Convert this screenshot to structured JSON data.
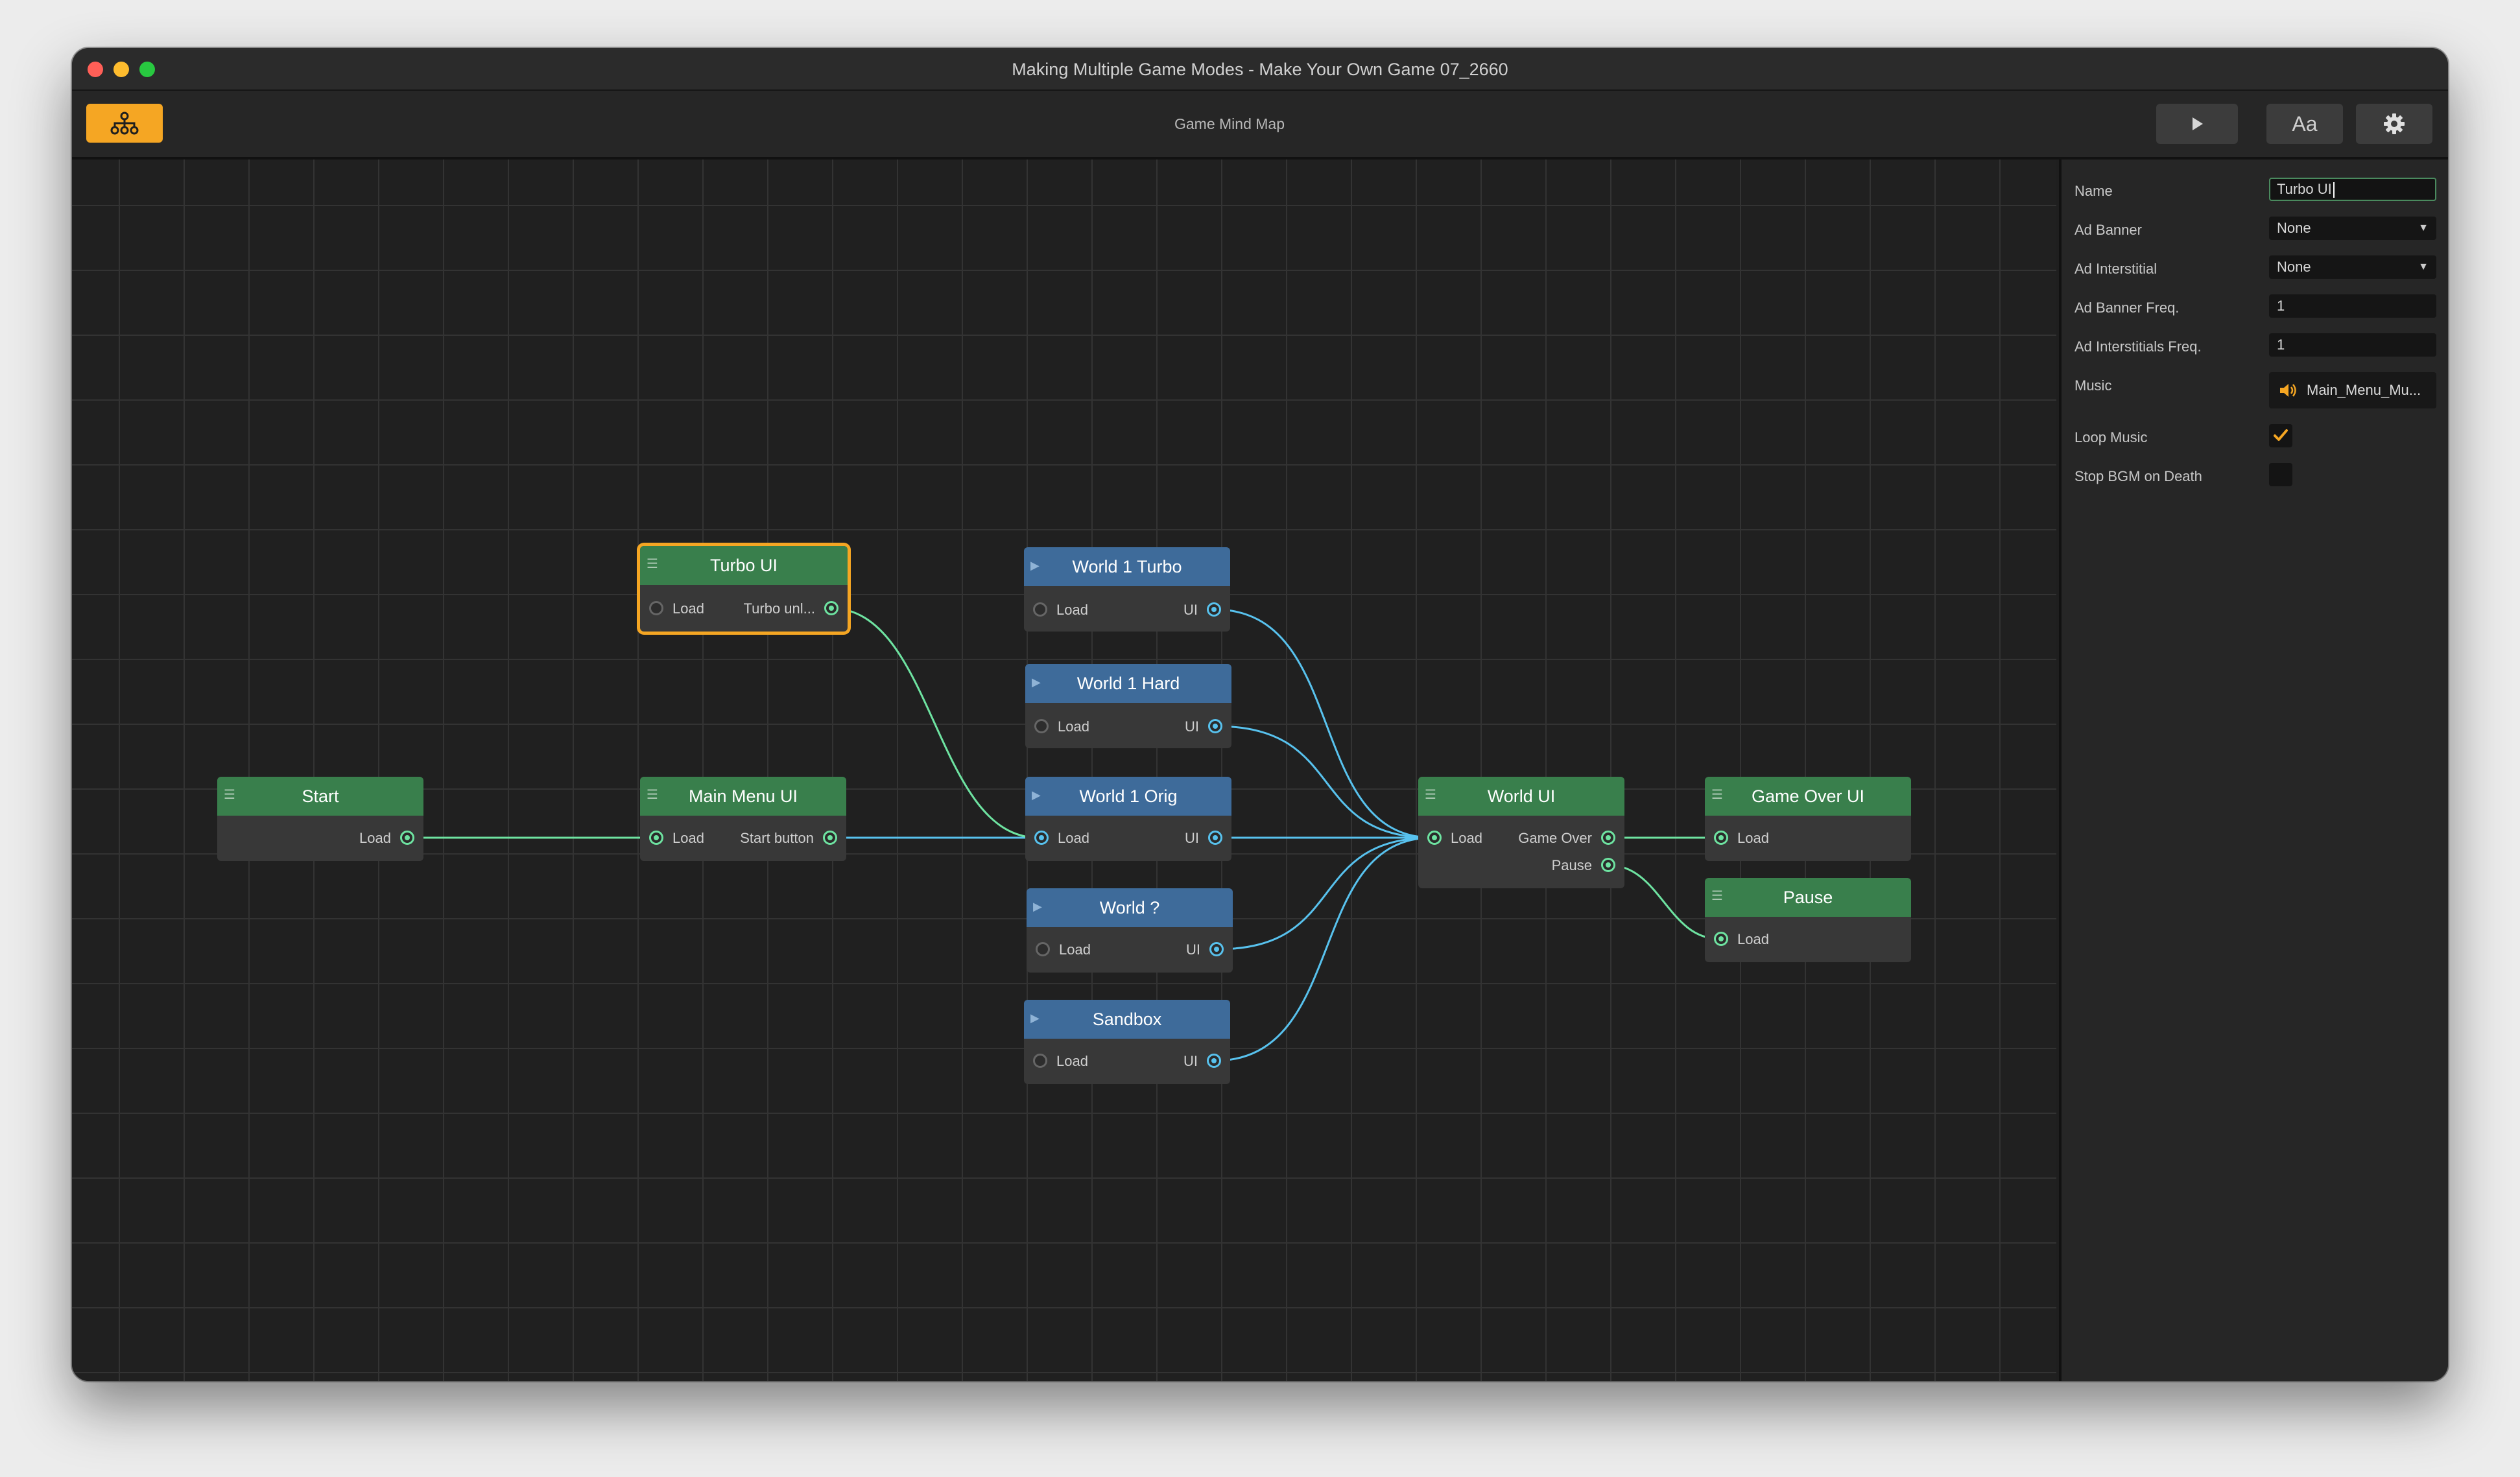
{
  "window": {
    "title": "Making Multiple Game Modes - Make Your Own Game 07_2660"
  },
  "toolbar": {
    "title": "Game Mind Map",
    "mindmap_icon": "hierarchy-icon",
    "play_icon": "play-icon",
    "font_label": "Aa",
    "settings_icon": "gear-icon",
    "accent_color": "#f5a623"
  },
  "nodes": {
    "turbo_ui": {
      "title": "Turbo UI",
      "in": "Load",
      "out": "Turbo unl..."
    },
    "start": {
      "title": "Start",
      "out": "Load"
    },
    "main_menu_ui": {
      "title": "Main Menu UI",
      "in": "Load",
      "out": "Start button"
    },
    "world1_turbo": {
      "title": "World 1 Turbo",
      "in": "Load",
      "out": "UI"
    },
    "world1_hard": {
      "title": "World 1 Hard",
      "in": "Load",
      "out": "UI"
    },
    "world1_orig": {
      "title": "World 1 Orig",
      "in": "Load",
      "out": "UI"
    },
    "world_q": {
      "title": "World ?",
      "in": "Load",
      "out": "UI"
    },
    "sandbox": {
      "title": "Sandbox",
      "in": "Load",
      "out": "UI"
    },
    "world_ui": {
      "title": "World UI",
      "in": "Load",
      "out1": "Game Over",
      "out2": "Pause"
    },
    "game_over_ui": {
      "title": "Game Over UI",
      "in": "Load"
    },
    "pause": {
      "title": "Pause",
      "in": "Load"
    }
  },
  "colors": {
    "ui_node": "#397f4c",
    "world_node": "#3e6b9a",
    "ui_wire": "#6ee3a1",
    "world_wire": "#58c2ee",
    "selection": "#f5a623"
  },
  "inspector": {
    "name_label": "Name",
    "name_value": "Turbo UI",
    "ad_banner_label": "Ad Banner",
    "ad_banner_value": "None",
    "ad_interstitial_label": "Ad Interstitial",
    "ad_interstitial_value": "None",
    "ad_banner_freq_label": "Ad Banner Freq.",
    "ad_banner_freq_value": "1",
    "ad_interstitials_freq_label": "Ad Interstitials Freq.",
    "ad_interstitials_freq_value": "1",
    "music_label": "Music",
    "music_value": "Main_Menu_Mu...",
    "loop_music_label": "Loop Music",
    "loop_music_checked": true,
    "stop_bgm_label": "Stop BGM on Death",
    "stop_bgm_checked": false
  }
}
